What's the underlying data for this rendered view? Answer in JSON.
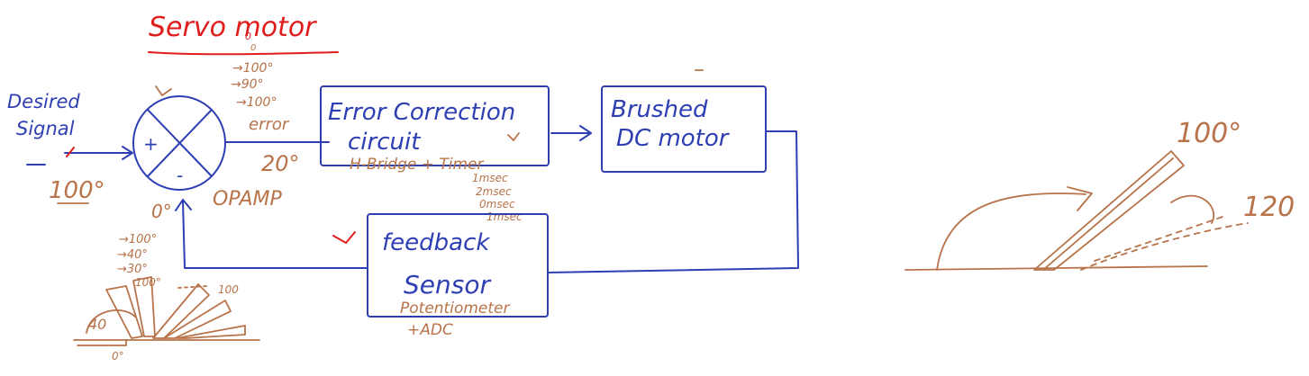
{
  "title": "Servo motor",
  "title_marks": [
    "0",
    "0",
    "→100°",
    "→90°",
    "→100°"
  ],
  "input": {
    "label_line1": "Desired",
    "label_line2": "Signal",
    "value": "100°"
  },
  "summing_junction": {
    "plus": "+",
    "minus": "-",
    "below": "0°",
    "side": "OPAMP"
  },
  "error": {
    "label": "error",
    "value": "20°"
  },
  "blocks": {
    "error_correction": {
      "line1": "Error Correction",
      "line2": "circuit",
      "sub": "H-Bridge + Timer"
    },
    "dc_motor": {
      "line1": "Brushed",
      "line2": "DC motor"
    },
    "feedback": {
      "line1": "feedback",
      "line2": "Sensor",
      "sub": "Potentiometer",
      "sub2": "+ADC"
    }
  },
  "timer_notes": [
    "1msec",
    "2msec",
    "0msec",
    "1msec"
  ],
  "left_notes": [
    "→100°",
    "→40°",
    "→30°",
    "100°"
  ],
  "dial": {
    "label": "40",
    "bottom": "0°",
    "top": "100"
  },
  "sketch": {
    "angle1": "100°",
    "angle2": "120"
  },
  "colors": {
    "blue_ink": "#2e3fb3",
    "red_ink": "#e01d1d",
    "brown_ink": "#b8734a"
  }
}
